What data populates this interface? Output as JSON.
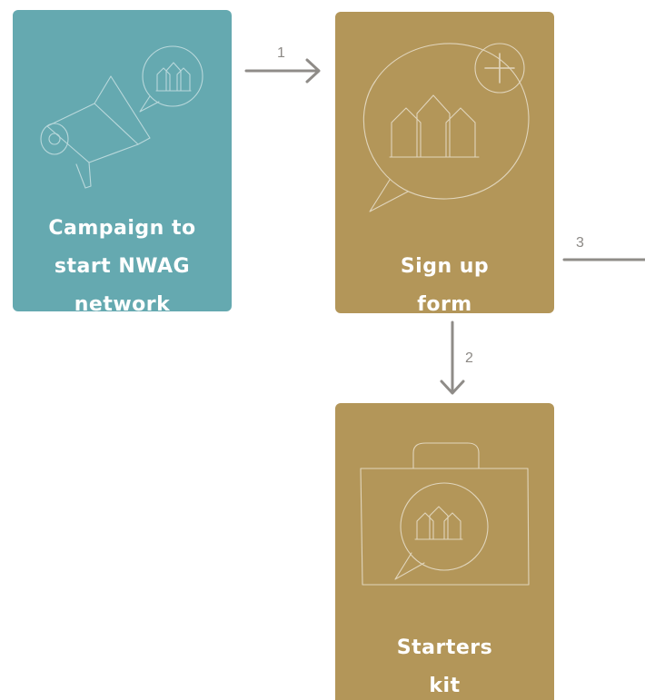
{
  "colors": {
    "teal": "#65a9b0",
    "gold": "#b39659",
    "arrow": "#8f8c88",
    "line": "#ffffff"
  },
  "cards": {
    "campaign": {
      "label_line1": "Campaign to",
      "label_line2": "start NWAG",
      "label_line3": "network",
      "icon": "megaphone-icon"
    },
    "signup": {
      "label_line1": "Sign up",
      "label_line2": "form",
      "icon": "speech-bubble-houses-plus-icon"
    },
    "kit": {
      "label_line1": "Starters",
      "label_line2": "kit",
      "icon": "briefcase-icon"
    }
  },
  "connectors": {
    "step1": "1",
    "step2": "2",
    "step3": "3"
  }
}
